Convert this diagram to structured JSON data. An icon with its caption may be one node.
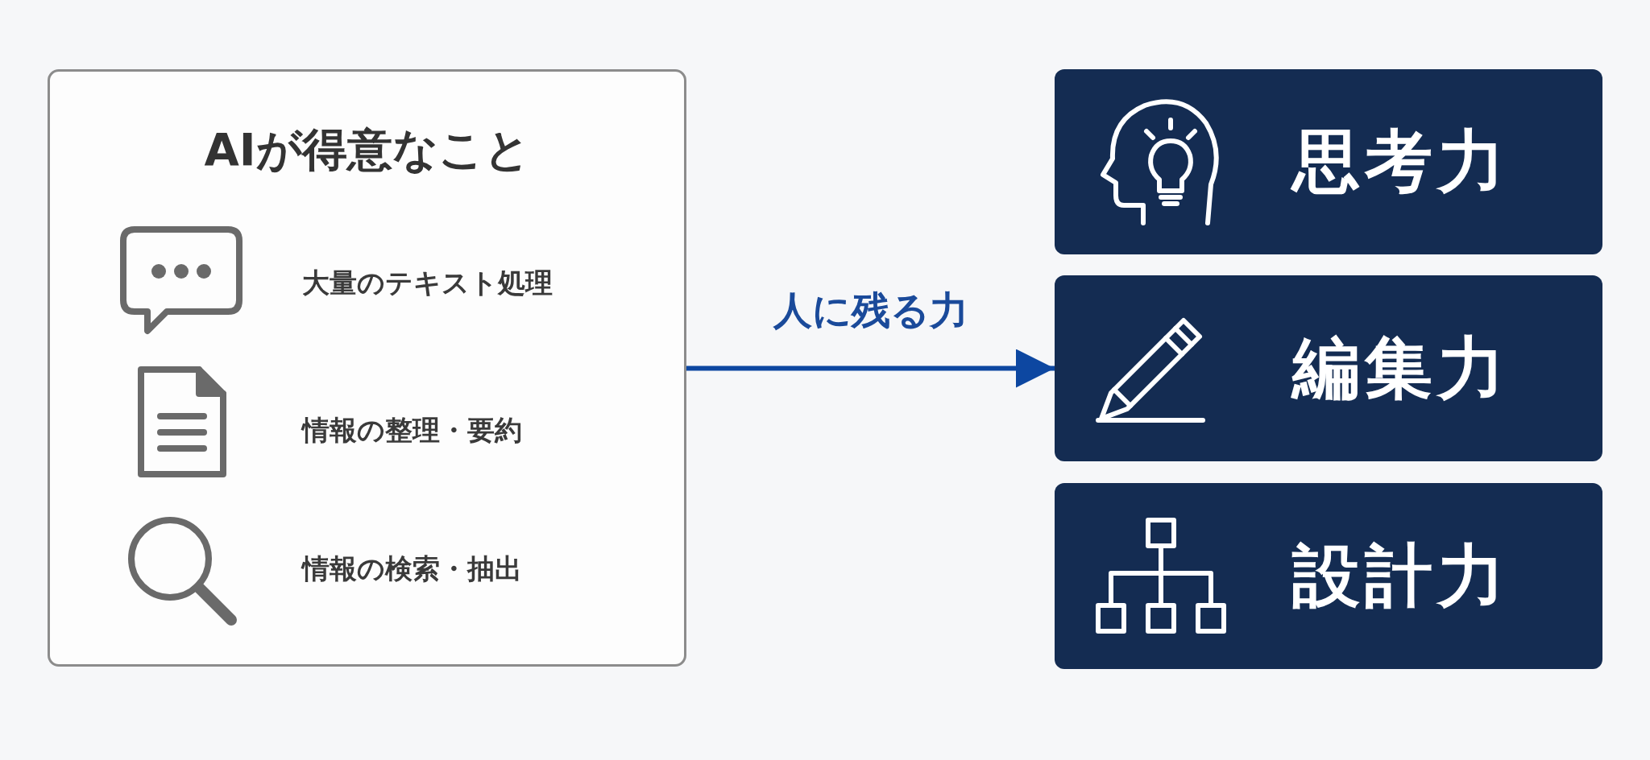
{
  "diagram": {
    "nodes": [
      {
        "text": [
          "AIが得意なこと",
          "大量のテキスト処理",
          "情報の整理・要約",
          "情報の検索・抽出"
        ]
      },
      {
        "text": [
          "思考力"
        ]
      },
      {
        "text": [
          "編集力"
        ]
      },
      {
        "text": [
          "設計力"
        ]
      }
    ],
    "edges": [
      {
        "from": 0,
        "to": 2,
        "arrow": "to",
        "label": "人に残る力"
      }
    ]
  }
}
